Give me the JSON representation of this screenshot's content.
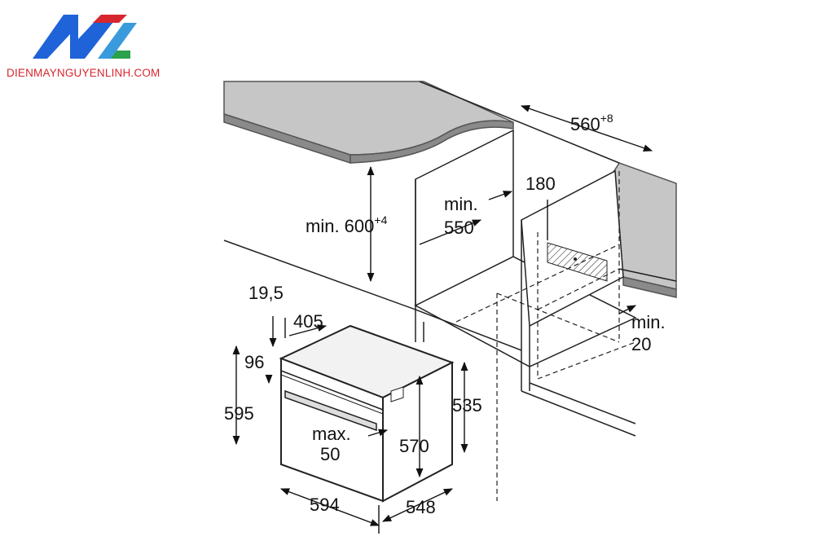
{
  "brand": {
    "site": "DIENMAYNGUYENLINH.COM",
    "colors": {
      "blue": "#1f63d8",
      "red": "#d8262e"
    }
  },
  "dimensions": {
    "niche_width": {
      "value": "560",
      "superscript": "+8"
    },
    "min_height": {
      "prefix": "min. 600",
      "superscript": "+4"
    },
    "min_depth": {
      "line1": "min.",
      "line2": "550"
    },
    "vent_width": "180",
    "back_gap": {
      "line1": "min.",
      "line2": "20"
    },
    "front_offset": "19,5",
    "panel_depth": "405",
    "top_panel": "96",
    "total_height": "595",
    "handle_depth": {
      "line1": "max.",
      "line2": "50"
    },
    "body_height": "570",
    "body_side_height": "535",
    "width": "594",
    "depth": "548"
  }
}
